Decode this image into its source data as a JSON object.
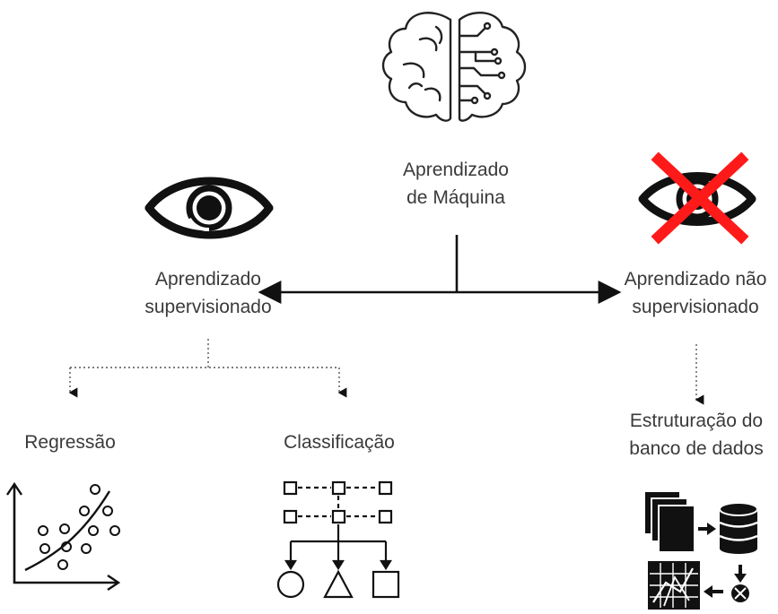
{
  "root": {
    "line1": "Aprendizado",
    "line2": "de Máquina",
    "icon": "brain-circuit-icon"
  },
  "supervised": {
    "line1": "Aprendizado",
    "line2": "supervisionado",
    "icon": "eye-icon"
  },
  "unsupervised": {
    "line1": "Aprendizado não",
    "line2": "supervisionado",
    "icon": "eye-crossed-icon",
    "cross_color": "#ff1a1a"
  },
  "regression": {
    "label": "Regressão",
    "icon": "scatter-regression-icon"
  },
  "classification": {
    "label": "Classificação",
    "icon": "classification-tree-icon"
  },
  "structuring": {
    "line1": "Estruturação do",
    "line2": "banco de dados",
    "icon": "database-structuring-icon"
  }
}
